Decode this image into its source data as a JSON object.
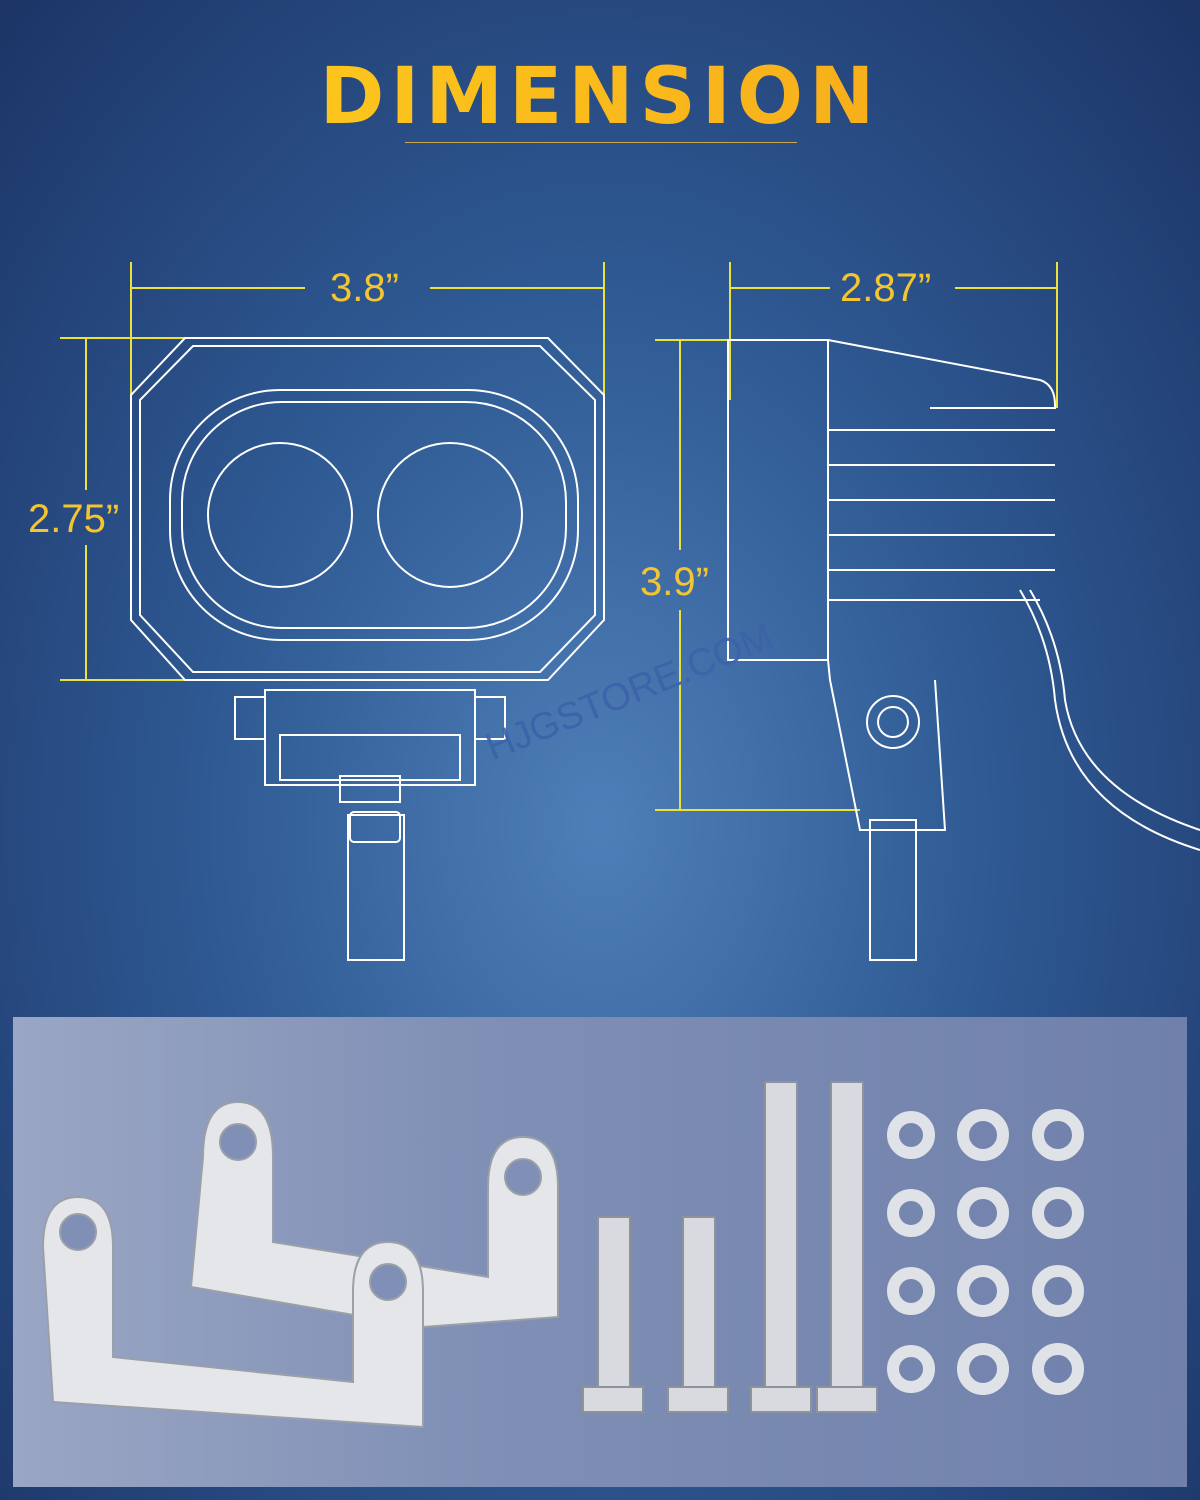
{
  "title": "DIMENSION",
  "dimensions": {
    "front_width": "3.8”",
    "front_height": "2.75”",
    "side_depth": "2.87”",
    "side_height": "3.9”"
  },
  "watermark": "HJGSTORE.COM",
  "colors": {
    "accent": "#f4c531",
    "background": "#2f5a94",
    "line": "#ffffff"
  }
}
